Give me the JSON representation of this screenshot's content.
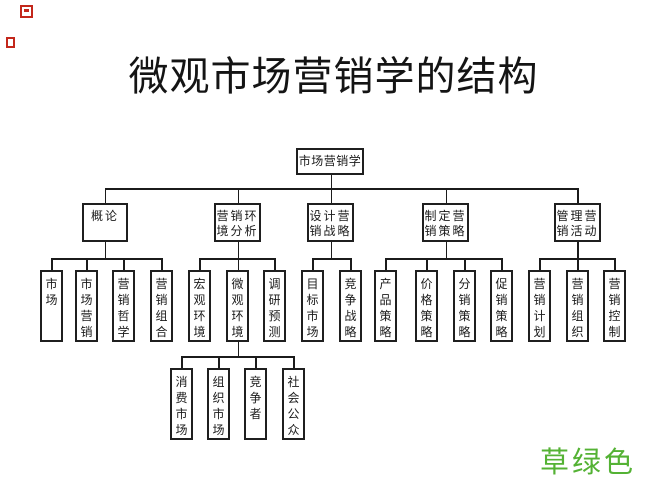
{
  "slide": {
    "title": "微观市场营销学的结构",
    "watermark": {
      "text": "草绿色",
      "color": "#54b234"
    },
    "background": "#ffffff",
    "line_color": "#1b1b1b",
    "red_artifact_color": "#c3271b"
  },
  "tree": {
    "root": "市场营销学",
    "level2": [
      "概论",
      "营销环境分析",
      "设计营销战略",
      "制定营销策略",
      "管理营销活动"
    ],
    "level3": {
      "overview": [
        "市场",
        "市场营销",
        "营销哲学",
        "营销组合"
      ],
      "environment": [
        "宏观环境",
        "微观环境",
        "调研预测"
      ],
      "strategy": [
        "目标市场",
        "竞争战略"
      ],
      "tactics": [
        "产品策略",
        "价格策略",
        "分销策略",
        "促销策略"
      ],
      "management": [
        "营销计划",
        "营销组织",
        "营销控制"
      ]
    },
    "level4_micro_env": [
      "消费市场",
      "组织市场",
      "竞争者",
      "社会公众"
    ]
  }
}
